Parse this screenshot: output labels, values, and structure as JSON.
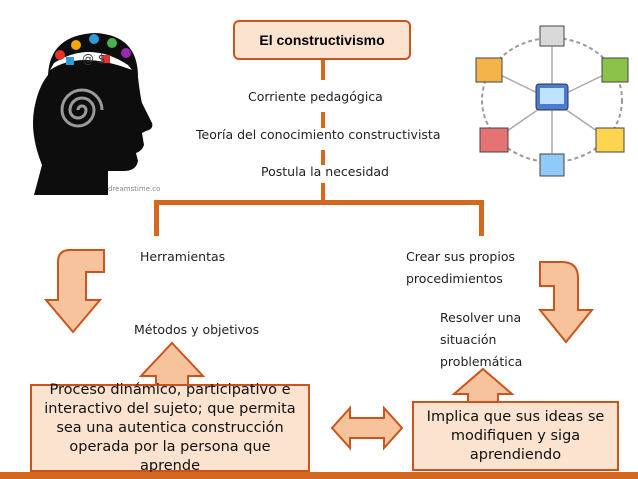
{
  "title": "El constructivismo",
  "nodes": {
    "corriente": "Corriente pedagógica",
    "teoria": "Teoría del conocimiento constructivista",
    "postula": "Postula la necesidad",
    "herramientas": "Herramientas",
    "crear": "Crear sus propios procedimientos",
    "metodos": "Métodos y objetivos",
    "resolver": "Resolver una situación problemática",
    "proceso": "Proceso dinámico, participativo e interactivo del sujeto; que permita sea una autentica construcción operada por la persona que aprende",
    "implica": "Implica que sus ideas se modifiquen y siga aprendiendo"
  },
  "colors": {
    "accent": "#d3681e",
    "box_fill": "#fbe3cf",
    "box_border": "#c8551e",
    "arrow_fill": "#f6c39c"
  },
  "images": {
    "left": "head-silhouette-with-symbols",
    "right": "network-of-learning-computers"
  }
}
